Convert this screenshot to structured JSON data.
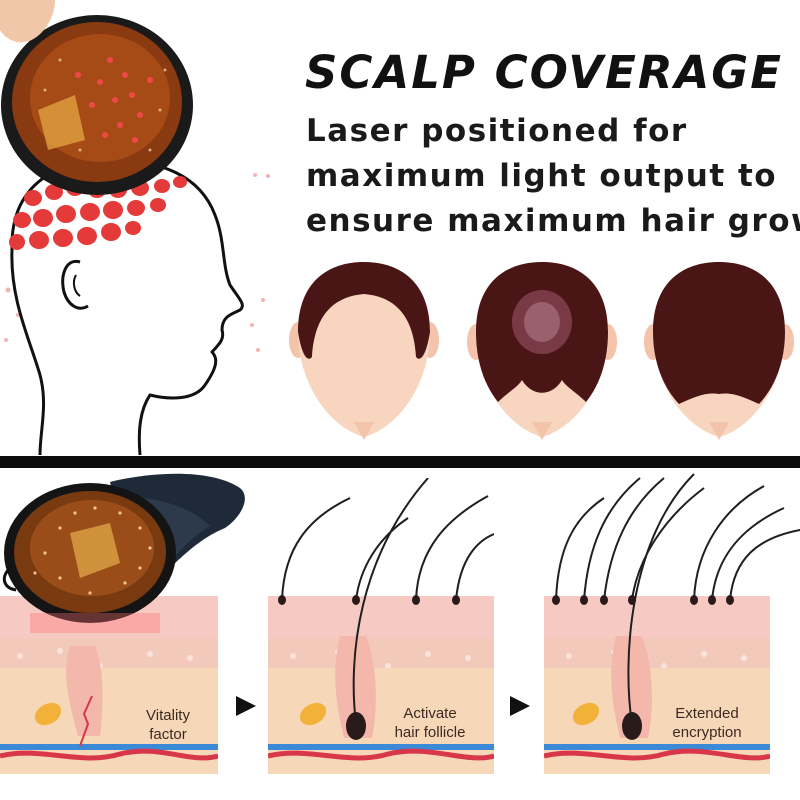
{
  "heading": "SCALP COVERAGE",
  "subheading_lines": [
    "Laser positioned for",
    "maximum light output to",
    "ensure maximum hair growth"
  ],
  "process_steps": [
    {
      "label": "Vitality\nfactor"
    },
    {
      "label": "Activate\nhair follicle"
    },
    {
      "label": "Extended\nencryption"
    }
  ],
  "colors": {
    "hair": "#4a1515",
    "skin": "#f6d2bd",
    "laser_dot": "#e23a3a",
    "helmet": "#8a3a10",
    "cap": "#1f2a38"
  }
}
